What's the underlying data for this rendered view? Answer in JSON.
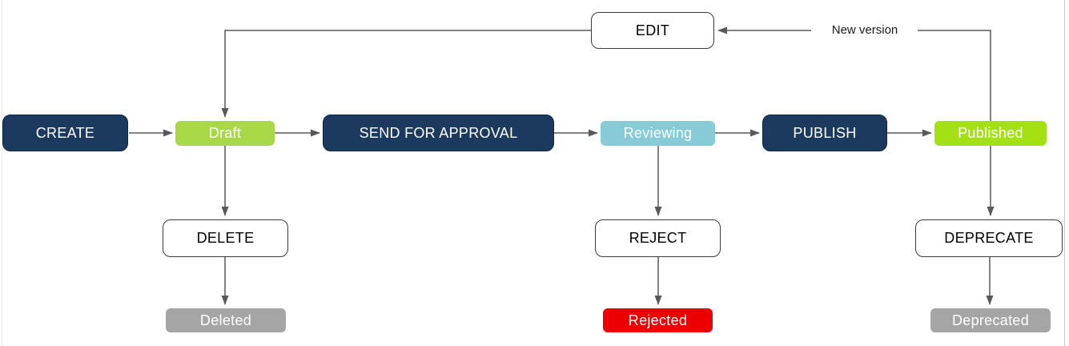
{
  "app": {
    "background": "#ffffff",
    "panel_border_color": "#c9c9c9"
  },
  "diagram": {
    "nodes": {
      "create": {
        "label": "CREATE",
        "kind": "action",
        "fill": "#1b3a5e",
        "text_color": "#ffffff"
      },
      "draft": {
        "label": "Draft",
        "kind": "state",
        "fill": "#a8d848",
        "text_color": "#ffffff"
      },
      "send_for_approval": {
        "label": "SEND FOR APPROVAL",
        "kind": "action",
        "fill": "#1b3a5e",
        "text_color": "#ffffff"
      },
      "reviewing": {
        "label": "Reviewing",
        "kind": "state",
        "fill": "#87cbd6",
        "text_color": "#ffffff"
      },
      "publish": {
        "label": "PUBLISH",
        "kind": "action",
        "fill": "#1b3a5e",
        "text_color": "#ffffff"
      },
      "published": {
        "label": "Published",
        "kind": "state",
        "fill": "#a3e114",
        "text_color": "#ffffff"
      },
      "edit": {
        "label": "EDIT",
        "kind": "action-outline",
        "fill": "#ffffff",
        "text_color": "#000000"
      },
      "delete": {
        "label": "DELETE",
        "kind": "action-outline",
        "fill": "#ffffff",
        "text_color": "#000000"
      },
      "reject": {
        "label": "REJECT",
        "kind": "action-outline",
        "fill": "#ffffff",
        "text_color": "#000000"
      },
      "deprecate": {
        "label": "DEPRECATE",
        "kind": "action-outline",
        "fill": "#ffffff",
        "text_color": "#000000"
      },
      "deleted": {
        "label": "Deleted",
        "kind": "state",
        "fill": "#a5a5a5",
        "text_color": "#ffffff"
      },
      "rejected": {
        "label": "Rejected",
        "kind": "state",
        "fill": "#ec0000",
        "text_color": "#ffffff"
      },
      "deprecated": {
        "label": "Deprecated",
        "kind": "state",
        "fill": "#a5a5a5",
        "text_color": "#ffffff"
      }
    },
    "edge_labels": {
      "new_version": "New version"
    },
    "line_color": "#595959"
  }
}
